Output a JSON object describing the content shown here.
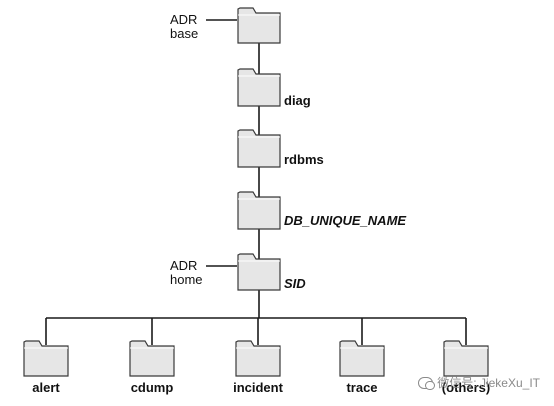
{
  "diagram": {
    "adr_base": {
      "line1": "ADR",
      "line2": "base"
    },
    "adr_home": {
      "line1": "ADR",
      "line2": "home"
    },
    "chain": {
      "diag": "diag",
      "rdbms": "rdbms",
      "db_unique_name": "DB_UNIQUE_NAME",
      "sid": "SID"
    },
    "leaves": {
      "alert": "alert",
      "cdump": "cdump",
      "incident": "incident",
      "trace": "trace",
      "others": "(others)"
    }
  },
  "watermark": {
    "text": "微信号: JiekeXu_IT"
  },
  "colors": {
    "folder_fill": "#e6e6e6",
    "folder_stroke": "#3a3a3a",
    "line": "#1a1a1a"
  }
}
